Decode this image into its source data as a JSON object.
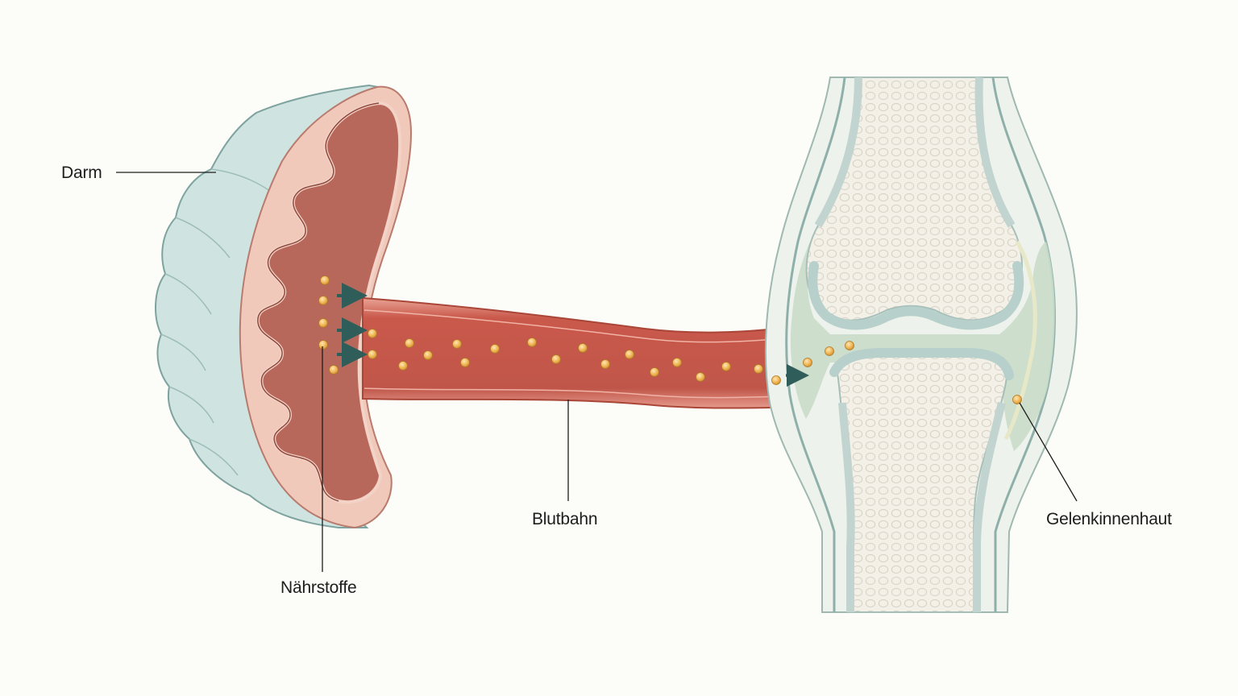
{
  "labels": {
    "intestine": "Darm",
    "nutrients": "Nährstoffe",
    "bloodstream": "Blutbahn",
    "synovium": "Gelenkinnenhaut"
  },
  "colors": {
    "background": "#fcfcf8",
    "intestine_outer": "#cfe3e0",
    "intestine_mucosa": "#f0c9bb",
    "intestine_lumen": "#b8685a",
    "blood_vessel": "#c8574a",
    "blood_vessel_edge": "#e79b8e",
    "nutrient_particle": "#f0b452",
    "arrow": "#2e5d5a",
    "bone": "#f2efe6",
    "cartilage": "#d2e4e0",
    "synovial_fluid": "#c9dcc9",
    "leader_line": "#1d1d1d"
  },
  "icons": {
    "flow_arrow": "right-arrow-icon",
    "particle": "circle-dot-icon"
  }
}
